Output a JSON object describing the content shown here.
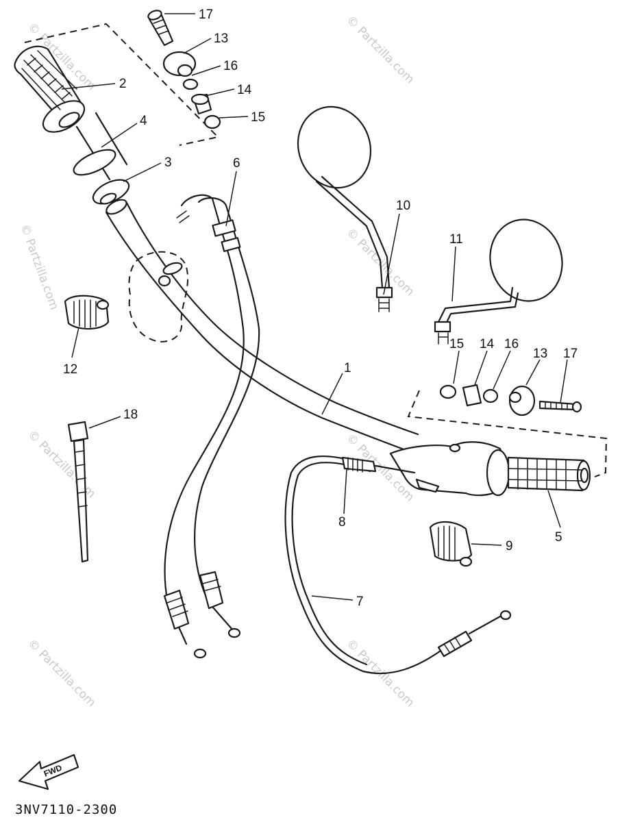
{
  "diagram_code": "3NV7110-2300",
  "fwd_label": "FWD",
  "watermark": "© Partzilla.com",
  "callouts": [
    {
      "id": "c1",
      "label": "1"
    },
    {
      "id": "c2",
      "label": "2"
    },
    {
      "id": "c3",
      "label": "3"
    },
    {
      "id": "c4",
      "label": "4"
    },
    {
      "id": "c5",
      "label": "5"
    },
    {
      "id": "c6",
      "label": "6"
    },
    {
      "id": "c7",
      "label": "7"
    },
    {
      "id": "c8",
      "label": "8"
    },
    {
      "id": "c9",
      "label": "9"
    },
    {
      "id": "c10",
      "label": "10"
    },
    {
      "id": "c11",
      "label": "11"
    },
    {
      "id": "c12",
      "label": "12"
    },
    {
      "id": "c13a",
      "label": "13"
    },
    {
      "id": "c13b",
      "label": "13"
    },
    {
      "id": "c14a",
      "label": "14"
    },
    {
      "id": "c14b",
      "label": "14"
    },
    {
      "id": "c15a",
      "label": "15"
    },
    {
      "id": "c15b",
      "label": "15"
    },
    {
      "id": "c16a",
      "label": "16"
    },
    {
      "id": "c16b",
      "label": "16"
    },
    {
      "id": "c17a",
      "label": "17"
    },
    {
      "id": "c17b",
      "label": "17"
    },
    {
      "id": "c18",
      "label": "18"
    }
  ]
}
